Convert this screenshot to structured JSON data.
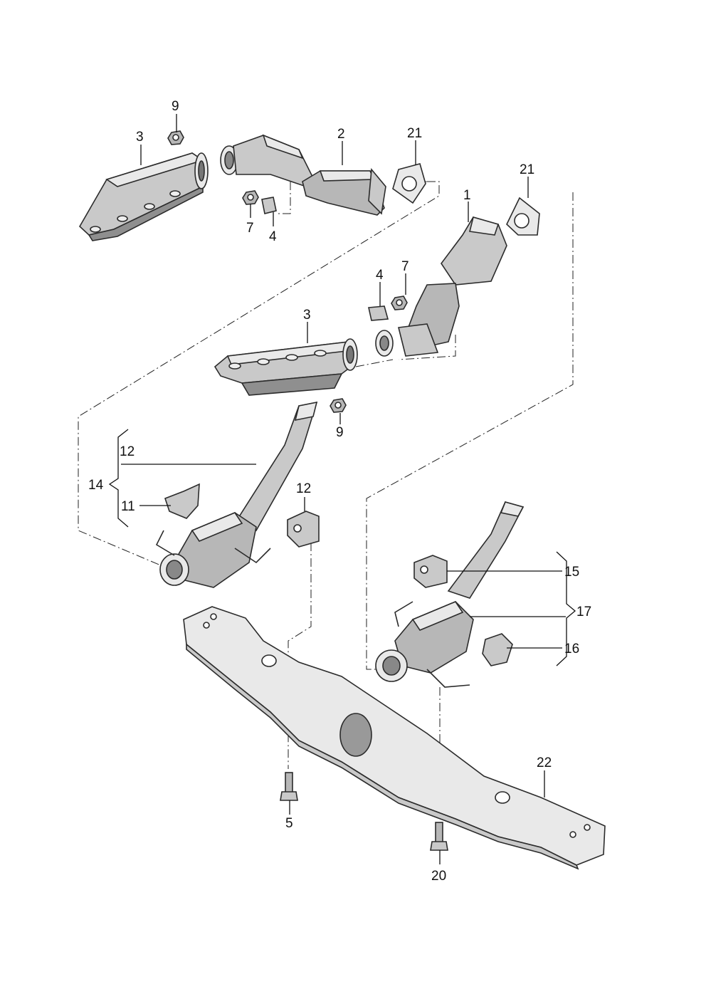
{
  "labels": {
    "l9_top": "9",
    "l3_top": "3",
    "l2": "2",
    "l21_a": "21",
    "l21_b": "21",
    "l1": "1",
    "l7_top": "7",
    "l4_top": "4",
    "l4_mid": "4",
    "l7_mid": "7",
    "l3_mid": "3",
    "l9_mid": "9",
    "l12_left": "12",
    "l14": "14",
    "l11": "11",
    "l12_right": "12",
    "l15": "15",
    "l17": "17",
    "l16": "16",
    "l22": "22",
    "l5": "5",
    "l20": "20"
  }
}
